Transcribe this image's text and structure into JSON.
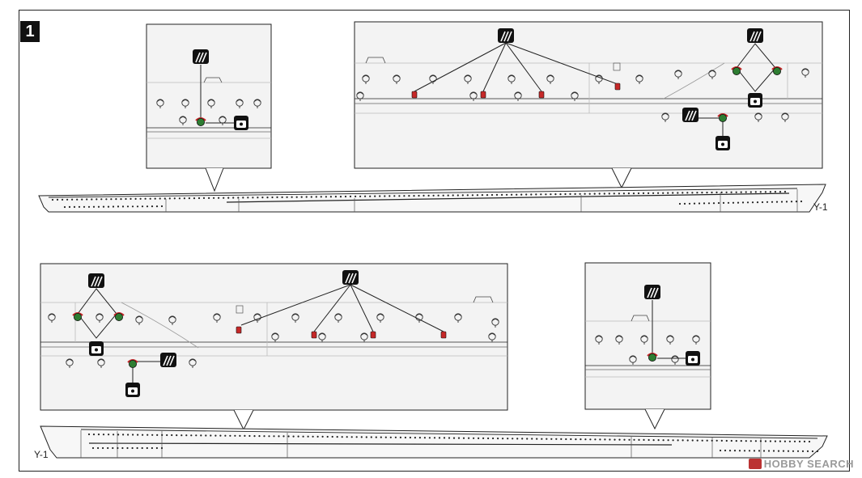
{
  "step": {
    "number": "1"
  },
  "part_labels": {
    "upper_hull": "Y-1",
    "lower_hull": "Y-1"
  },
  "watermark": {
    "brand": "HOBBY SEARCH"
  },
  "colors": {
    "outline": "#222222",
    "panel_fill": "#f3f3f3",
    "hull_fill": "#f7f7f7",
    "green_light": "#2e7d32",
    "red_light": "#c62828",
    "paint_chip": "#111111"
  },
  "icons": {
    "paint_chip": "striped-paint-chip-icon",
    "decal_marker": "decal-number-icon",
    "green_lamp": "green-navigation-lamp-icon",
    "red_lamp": "red-navigation-lamp-icon"
  }
}
